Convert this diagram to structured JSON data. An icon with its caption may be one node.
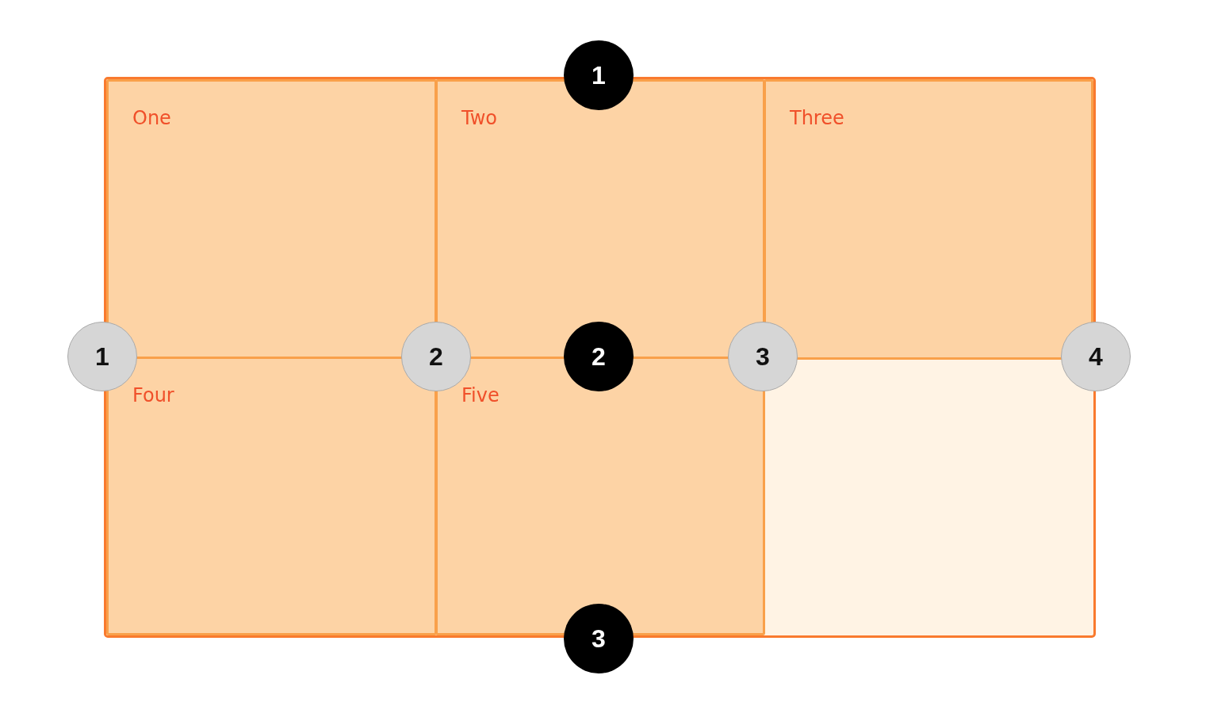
{
  "diagram": {
    "nodes": [
      {
        "text": [],
        "shape": "box"
      },
      {
        "text": [
          "1"
        ]
      },
      {
        "text": [
          "One"
        ],
        "in": 0
      },
      {
        "text": [
          "Two"
        ],
        "in": 0
      },
      {
        "text": [
          "Three"
        ],
        "in": 0
      },
      {
        "text": [
          "1"
        ]
      },
      {
        "text": [
          "2"
        ],
        "in": 0
      },
      {
        "text": [
          "2"
        ],
        "in": 0
      },
      {
        "text": [
          "3"
        ],
        "in": 0
      },
      {
        "text": [
          "4"
        ]
      },
      {
        "text": [
          "Four"
        ],
        "in": 0
      },
      {
        "text": [
          "Five"
        ],
        "in": 0
      },
      {
        "text": [
          "3"
        ]
      }
    ]
  }
}
